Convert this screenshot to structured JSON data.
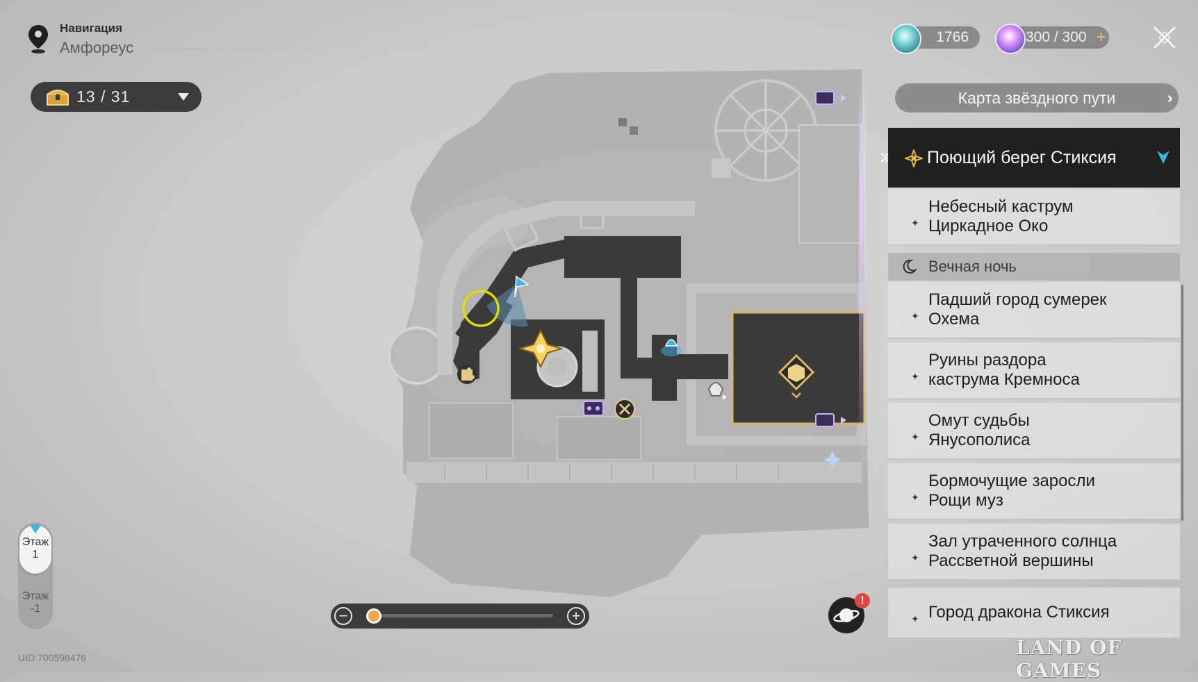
{
  "navigation": {
    "label": "Навигация",
    "region": "Амфореус"
  },
  "chests": {
    "counter": "13 / 31",
    "found": 13,
    "total": 31
  },
  "currencies": [
    {
      "name": "trailblaze-fuel",
      "value": "1766"
    },
    {
      "name": "trailblaze-power",
      "value": "300 / 300"
    }
  ],
  "star_map_button": "Карта звёздного пути",
  "locations": {
    "selected": "Поющий берег Стиксия",
    "items_top": [
      {
        "line1": "Небесный каструм",
        "line2": "Циркадное Око"
      }
    ],
    "group_title": "Вечная ночь",
    "items_group": [
      {
        "line1": "Падший город сумерек",
        "line2": "Охема"
      },
      {
        "line1": "Руины раздора",
        "line2": "каструма Кремноса"
      },
      {
        "line1": "Омут судьбы",
        "line2": "Янусополиса"
      },
      {
        "line1": "Бормочущие заросли",
        "line2": "Рощи муз"
      },
      {
        "line1": "Зал утраченного солнца",
        "line2": "Рассветной вершины"
      },
      {
        "line1": "Город дракона Стиксия",
        "line2": ""
      }
    ]
  },
  "floors": {
    "active_label": "Этаж",
    "active_num": "1",
    "other_label": "Этаж",
    "other_num": "-1"
  },
  "zoom": {
    "level": 0.0
  },
  "alert_badge": "!",
  "uid": "UID:700598476",
  "watermark": "LAND OF GAMES",
  "colors": {
    "accent_gold": "#e8b54a",
    "accent_cyan": "#39b7df",
    "player_marker": "#e7d800",
    "panel_dark": "#202020"
  }
}
